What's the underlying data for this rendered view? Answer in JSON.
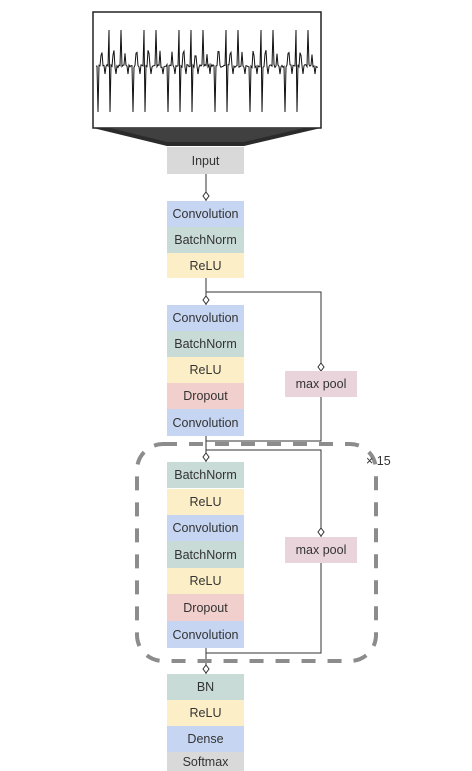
{
  "colors": {
    "convolution": "#c6d6f2",
    "batchnorm": "#c9dbd6",
    "relu": "#fcefc8",
    "dropout": "#f1cfcd",
    "input": "#d9d9d9",
    "softmax": "#d9d9d9",
    "maxpool": "#ead4dc",
    "line": "#333333",
    "dashed_box": "#8c8c8c"
  },
  "input": {
    "label": "Input"
  },
  "stem": {
    "blocks": [
      {
        "label": "Convolution",
        "kind": "convolution"
      },
      {
        "label": "BatchNorm",
        "kind": "batchnorm"
      },
      {
        "label": "ReLU",
        "kind": "relu"
      }
    ]
  },
  "first_residual": {
    "blocks": [
      {
        "label": "Convolution",
        "kind": "convolution"
      },
      {
        "label": "BatchNorm",
        "kind": "batchnorm"
      },
      {
        "label": "ReLU",
        "kind": "relu"
      },
      {
        "label": "Dropout",
        "kind": "dropout"
      },
      {
        "label": "Convolution",
        "kind": "convolution"
      }
    ],
    "shortcut_label": "max pool"
  },
  "repeated_residual": {
    "blocks": [
      {
        "label": "BatchNorm",
        "kind": "batchnorm"
      },
      {
        "label": "ReLU",
        "kind": "relu"
      },
      {
        "label": "Convolution",
        "kind": "convolution"
      },
      {
        "label": "BatchNorm",
        "kind": "batchnorm"
      },
      {
        "label": "ReLU",
        "kind": "relu"
      },
      {
        "label": "Dropout",
        "kind": "dropout"
      },
      {
        "label": "Convolution",
        "kind": "convolution"
      }
    ],
    "shortcut_label": "max pool",
    "repeat_label": "× 15"
  },
  "head": {
    "blocks": [
      {
        "label": "BN",
        "kind": "batchnorm"
      },
      {
        "label": "ReLU",
        "kind": "relu"
      },
      {
        "label": "Dense",
        "kind": "convolution"
      },
      {
        "label": "Softmax",
        "kind": "softmax"
      }
    ]
  }
}
